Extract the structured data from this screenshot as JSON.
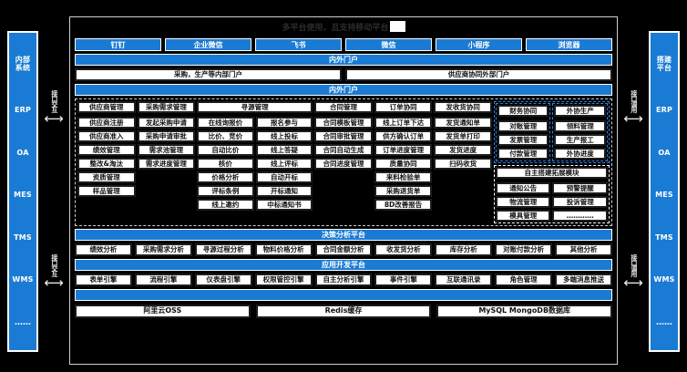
{
  "title": "多平台使用，且支持移动平台",
  "colors": {
    "accent": "#1a7bd4",
    "panel": "#ffffff",
    "bg": "#000000"
  },
  "left_rail": {
    "items": [
      "内部\n系统",
      "ERP",
      "OA",
      "MES",
      "TMS",
      "WMS",
      "……"
    ]
  },
  "right_rail": {
    "items": [
      "搭建\n平台",
      "ERP",
      "OA",
      "MES",
      "TMS",
      "WMS",
      "……"
    ]
  },
  "arrows": {
    "left_top": "接口交互",
    "left_bottom": "接口交互",
    "right_top": "接口调用",
    "right_bottom": "接口调用",
    "glyph": "⟷"
  },
  "channels": [
    "钉钉",
    "企业微信",
    "飞书",
    "微信",
    "小程序",
    "浏览器"
  ],
  "portal_bar_1": "内外门户",
  "portals": [
    "采购，生产等内部门户",
    "供应商协同外部门户"
  ],
  "portal_bar_2": "内外门户",
  "modules": [
    {
      "header": "供应商管理",
      "span": 1,
      "columns": [
        [
          "供应商注册",
          "供应商准入",
          "绩效管理",
          "整改&淘汰",
          "资质管理",
          "样品管理"
        ]
      ]
    },
    {
      "header": "采购需求管理",
      "span": 1,
      "columns": [
        [
          "发起采购申请",
          "采购申请审批",
          "需求池管理",
          "需求进度管理"
        ]
      ]
    },
    {
      "header": "寻源管理",
      "span": 2,
      "columns": [
        [
          "在线询报价",
          "比价、竞价",
          "自动比价",
          "核价",
          "价格分析",
          "评标条例",
          "线上邀约"
        ],
        [
          "报名参与",
          "线上投标",
          "线上答疑",
          "线上评标",
          "自动开标",
          "开标通知",
          "中标通知书"
        ]
      ]
    },
    {
      "header": "合同管理",
      "span": 1,
      "columns": [
        [
          "合同模板管理",
          "合同审批管理",
          "合同自动生成",
          "合同进度管理"
        ]
      ]
    },
    {
      "header": "订单协同",
      "span": 1,
      "columns": [
        [
          "线上订单下达",
          "供方确认订单",
          "订单进度管理",
          "质量协同",
          "来料检验单",
          "采购退货单",
          "8D改善报告"
        ]
      ]
    },
    {
      "header": "发收货协同",
      "span": 1,
      "columns": [
        [
          "发货通知单",
          "发货单打印",
          "发货进度",
          "扫码收货"
        ]
      ]
    },
    {
      "header": "财务协同",
      "span": 1,
      "columns": [
        [
          "对账管理",
          "发票管理",
          "付款管理"
        ]
      ]
    },
    {
      "header": "外协生产",
      "span": 1,
      "columns": [
        [
          "领料管理",
          "生产报工",
          "外协进度"
        ]
      ]
    }
  ],
  "extend": {
    "header": "自主搭建拓展模块",
    "columns": [
      [
        "通知公告",
        "物流管理",
        "模具管理"
      ],
      [
        "预警提醒",
        "投诉管理",
        "…………"
      ]
    ]
  },
  "decision": {
    "title": "决策分析平台",
    "items": [
      "绩效分析",
      "采购需求分析",
      "寻源过程分析",
      "物料价格分析",
      "合同金额分析",
      "收发货分析",
      "库存分析",
      "对账付款分析",
      "其他分析"
    ]
  },
  "appdev": {
    "title": "应用开发平台",
    "items": [
      "表单引擎",
      "流程引擎",
      "仪表盘引擎",
      "权限管控引擎",
      "自主分析引擎",
      "事件引擎",
      "互联通讯录",
      "角色管理",
      "多端消息推送"
    ]
  },
  "infra_bar": "",
  "infra": [
    "阿里云OSS",
    "Redis缓存",
    "MySQL MongoDB数据库"
  ]
}
